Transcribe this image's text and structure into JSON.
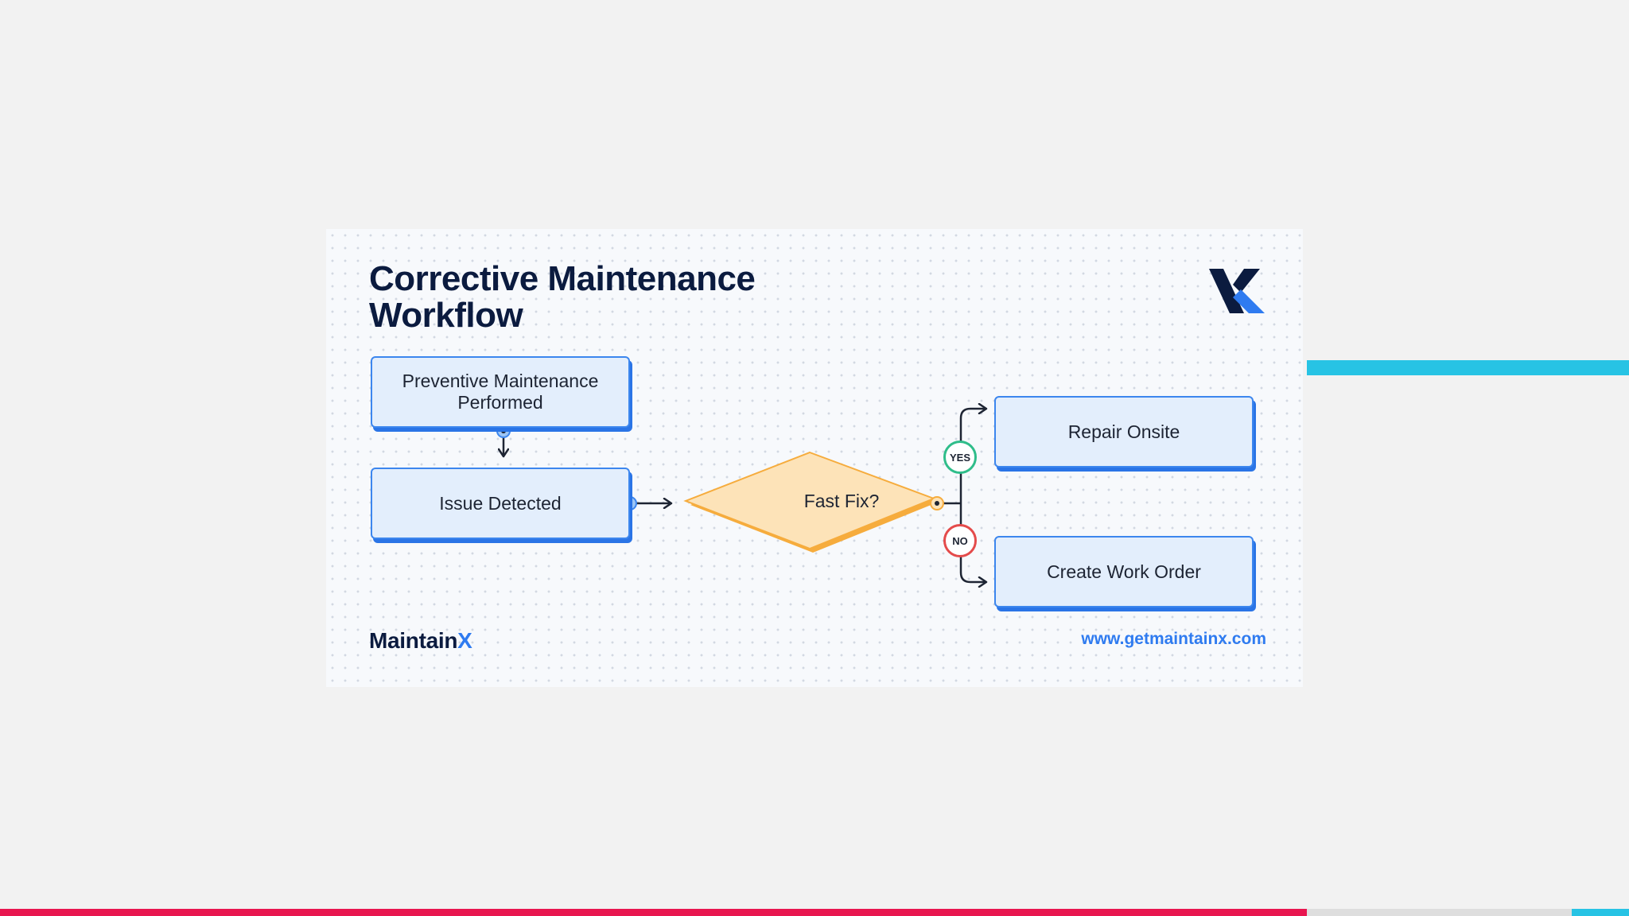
{
  "diagram": {
    "title_line1": "Corrective Maintenance",
    "title_line2": "Workflow",
    "nodes": {
      "preventive": "Preventive Maintenance Performed",
      "issue": "Issue Detected",
      "decision": "Fast Fix?",
      "repair": "Repair Onsite",
      "create": "Create Work Order"
    },
    "branches": {
      "yes": "YES",
      "no": "NO"
    },
    "footer": {
      "brand_main": "Maintain",
      "brand_accent": "X",
      "url": "www.getmaintainx.com"
    }
  },
  "icons": {
    "brand_logo": "maintainx-x-logo-icon"
  },
  "colors": {
    "box_fill": "#e3eefc",
    "box_border": "#3c86ee",
    "diamond_fill": "#fde3b8",
    "diamond_border": "#f6ac3d",
    "yes": "#2fbd8a",
    "no": "#e44b4b",
    "brand_navy": "#0b1b3f",
    "brand_blue": "#2f7bf0",
    "accent_cyan": "#27c3e4",
    "accent_red": "#e8164f"
  }
}
